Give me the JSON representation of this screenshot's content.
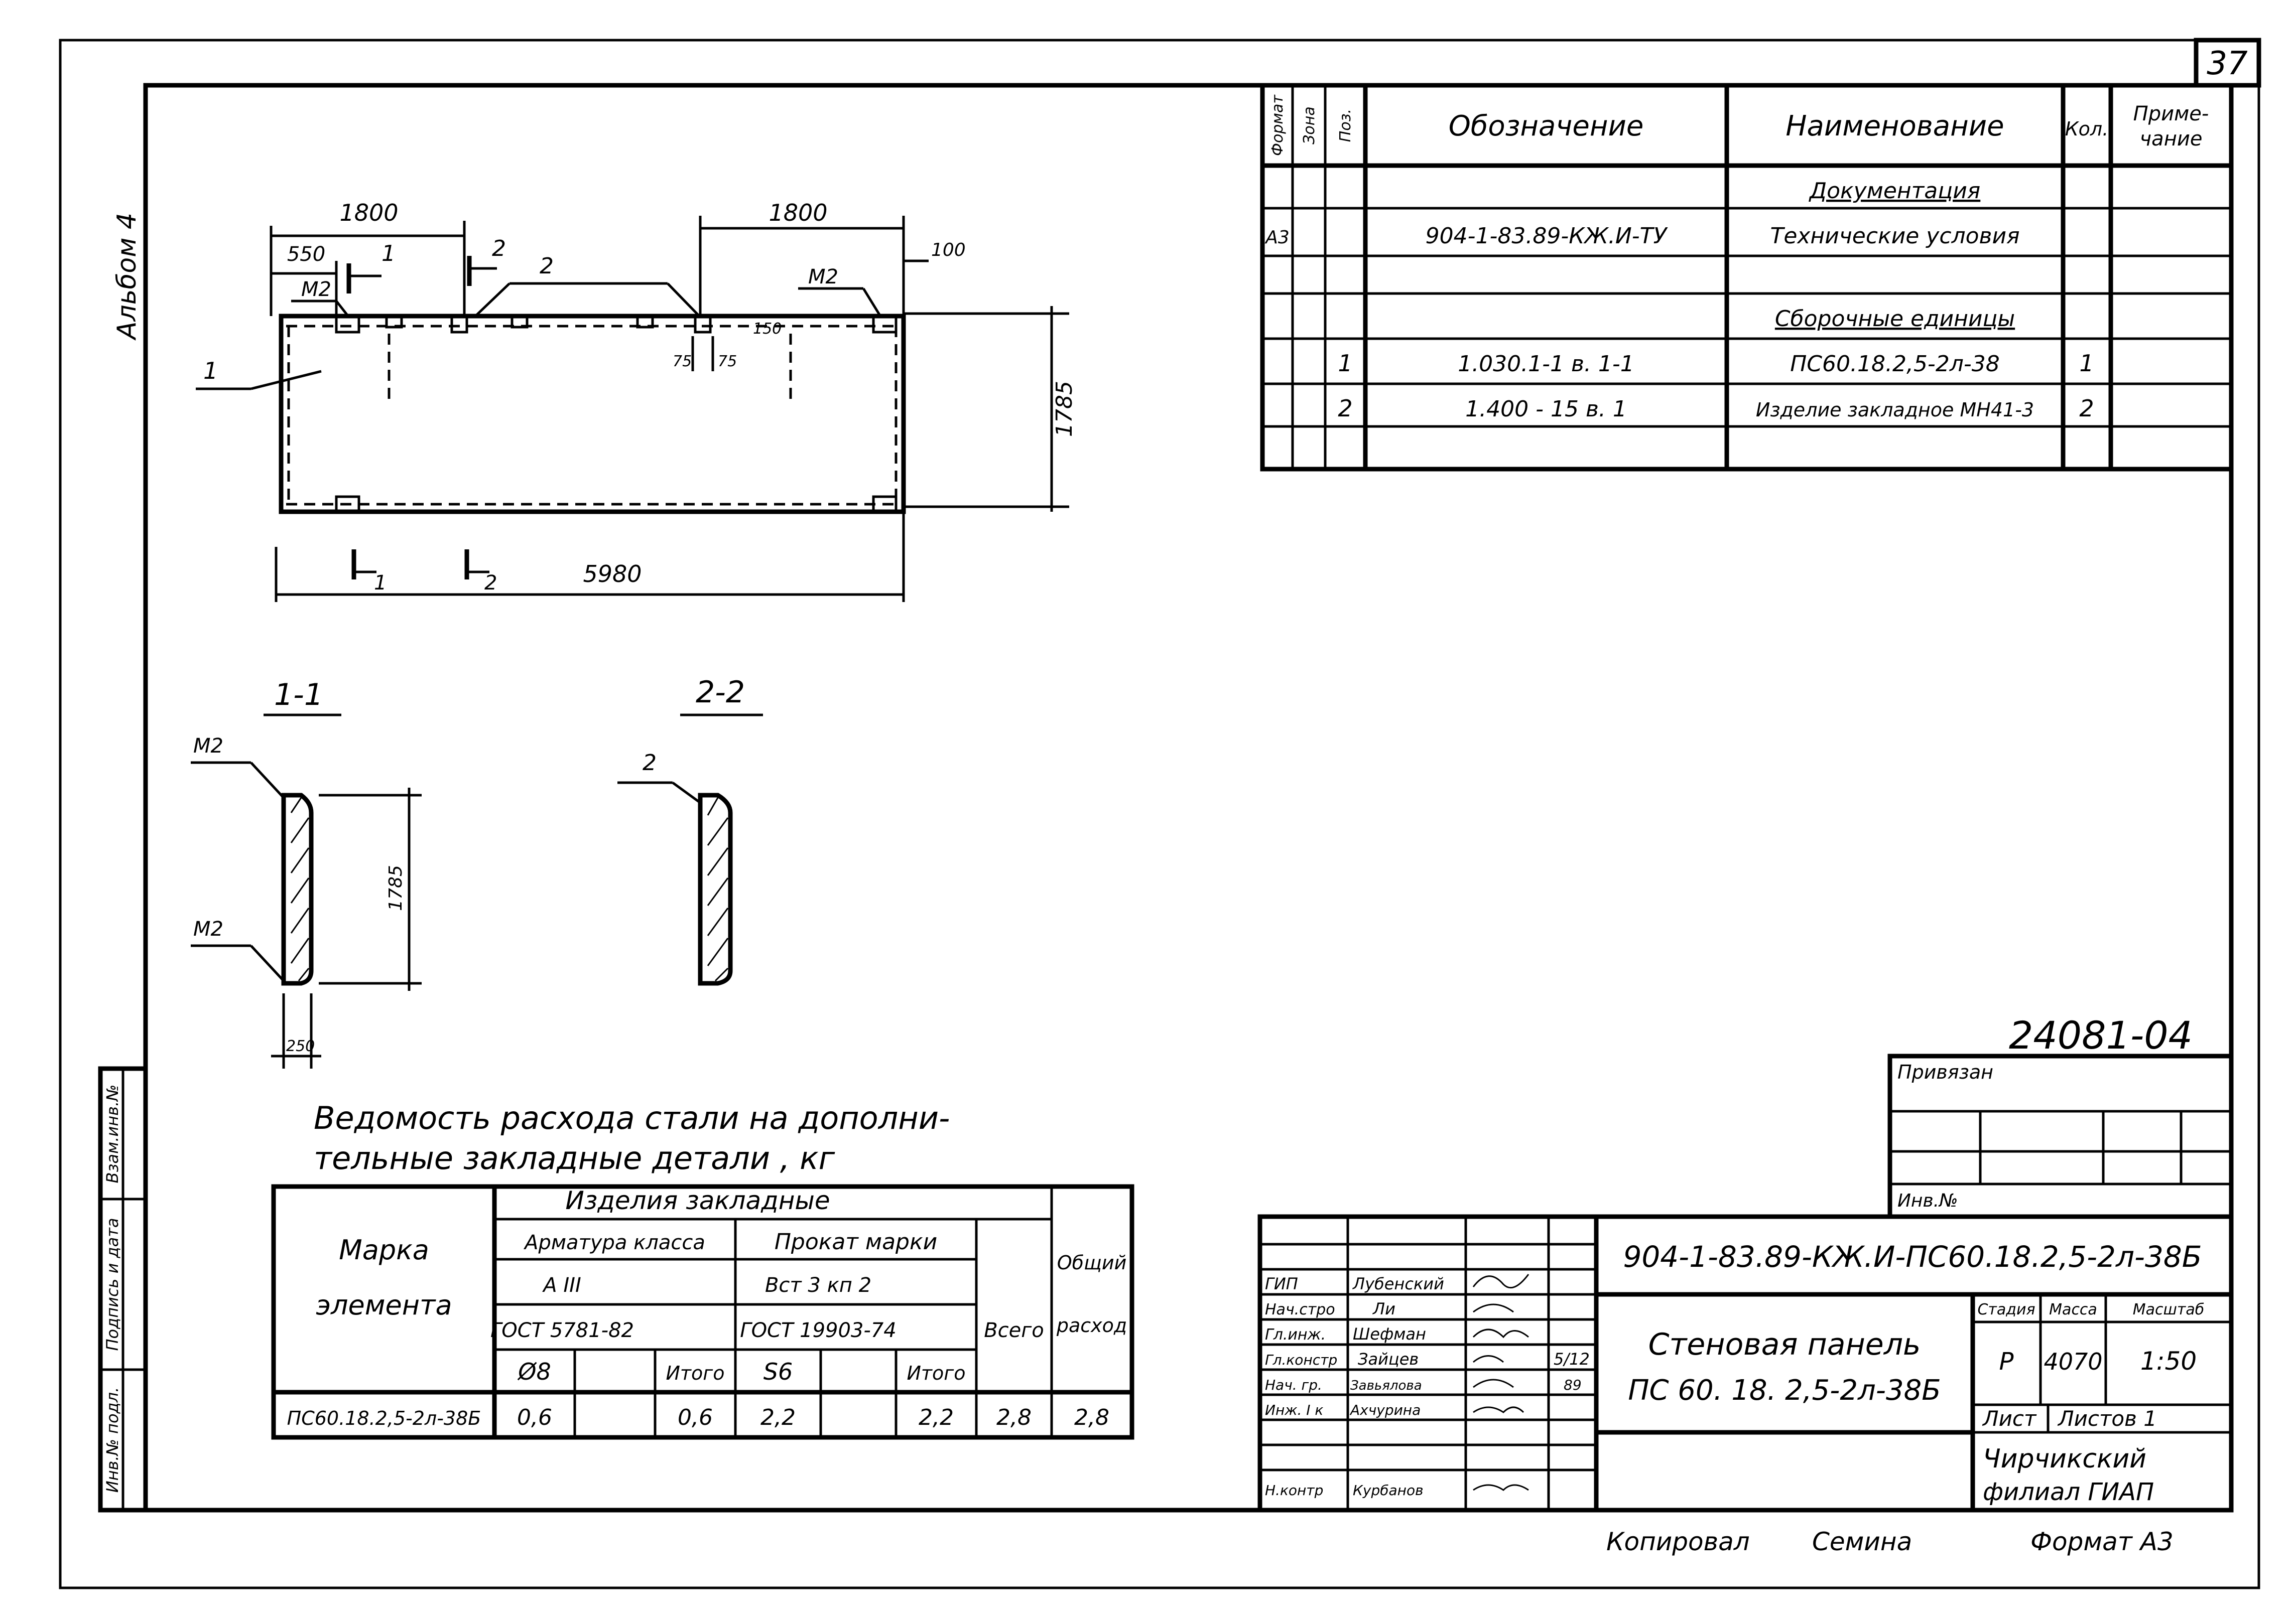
{
  "sheet_number": "37",
  "album": "Альбом 4",
  "plan": {
    "dim_left_1800": "1800",
    "dim_right_1800": "1800",
    "dim_550": "550",
    "dim_100": "100",
    "label_m2_left": "М2",
    "label_m2_right": "М2",
    "cut_1": "1",
    "cut_2": "2",
    "leader_2": "2",
    "dim_150": "150",
    "dim_75a": "75",
    "dim_75b": "75",
    "leader_1": "1",
    "dim_1785": "1785",
    "dim_5980": "5980",
    "cut_1_bottom": "1",
    "cut_2_bottom": "2"
  },
  "sections": {
    "s11_title": "1-1",
    "s22_title": "2-2",
    "s11_m2_top": "М2",
    "s11_m2_bottom": "М2",
    "s11_dim_height": "1785",
    "s11_dim_width": "250",
    "s22_leader": "2"
  },
  "spec_table": {
    "headers": [
      "Формат",
      "Зона",
      "Поз.",
      "Обозначение",
      "Наименование",
      "Кол.",
      "Приме-",
      "чание"
    ],
    "rows": [
      {
        "format": "",
        "zone": "",
        "pos": "",
        "designation": "",
        "name": "Документация",
        "qty": ""
      },
      {
        "format": "А3",
        "zone": "",
        "pos": "",
        "designation": "904-1-83.89-КЖ.И-ТУ",
        "name": "Технические условия",
        "qty": ""
      },
      {
        "format": "",
        "zone": "",
        "pos": "",
        "designation": "",
        "name": "",
        "qty": ""
      },
      {
        "format": "",
        "zone": "",
        "pos": "",
        "designation": "",
        "name": "Сборочные единицы",
        "qty": ""
      },
      {
        "format": "",
        "zone": "",
        "pos": "1",
        "designation": "1.030.1-1   в. 1-1",
        "name": "ПС60.18.2,5-2л-38",
        "qty": "1"
      },
      {
        "format": "",
        "zone": "",
        "pos": "2",
        "designation": "1.400 - 15    в. 1",
        "name": "Изделие закладное МН41-3",
        "qty": "2"
      },
      {
        "format": "",
        "zone": "",
        "pos": "",
        "designation": "",
        "name": "",
        "qty": ""
      }
    ]
  },
  "steel": {
    "title_line1": "Ведомость   расхода   стали  на дополни-",
    "title_line2": "тельные   закладные   детали , кг",
    "col_mark_1": "Марка",
    "col_mark_2": "элемента",
    "col_items": "Изделия     закладные",
    "col_rebar_class": "Арматура класса",
    "col_rolled": "Прокат марки",
    "rebar_class": "А III",
    "steel_grade": "Вст 3 кп 2",
    "gost_rebar": "ГОСТ 5781-82",
    "gost_rolled": "ГОСТ 19903-74",
    "col_dia": "Ø8",
    "col_total_1": "Итого",
    "col_thick": "S6",
    "col_total_2": "Итого",
    "col_all": "Всего",
    "col_general_1": "Общий",
    "col_general_2": "расход",
    "row": {
      "mark": "ПС60.18.2,5-2л-38Б",
      "d8": "0,6",
      "total1": "0,6",
      "s6": "2,2",
      "total2": "2,2",
      "all": "2,8",
      "general": "2,8"
    }
  },
  "side_stamp": [
    "Инв.№ подл.",
    "Подпись и дата",
    "Взам.инв.№"
  ],
  "binding": {
    "code": "24081-04",
    "label": "Привязан",
    "inv": "Инв.№"
  },
  "title_block": {
    "designation": "904-1-83.89-КЖ.И-ПС60.18.2,5-2л-38Б",
    "name_line1": "Стеновая   панель",
    "name_line2": "ПС 60. 18. 2,5-2л-38Б",
    "stage_label": "Стадия",
    "mass_label": "Масса",
    "scale_label": "Масштаб",
    "stage": "Р",
    "mass": "4070",
    "scale": "1:50",
    "sheet_label": "Лист",
    "sheets_label": "Листов 1",
    "org_line1": "Чирчикский",
    "org_line2": "филиал   ГИАП",
    "people": [
      {
        "role": "ГИП",
        "name": "Лубенский"
      },
      {
        "role": "Нач.стро",
        "name": "Ли"
      },
      {
        "role": "Гл.инж.",
        "name": "Шефман"
      },
      {
        "role": "Гл.констр",
        "name": "Зайцев"
      },
      {
        "role": "Нач. гр.",
        "name": "Завьялова"
      },
      {
        "role": "Инж. I к",
        "name": "Ахчурина"
      },
      {
        "role": "Н.контр",
        "name": "Курбанов"
      }
    ],
    "date": "5/12",
    "date2": "89"
  },
  "footer": {
    "copied": "Копировал",
    "copier": "Семина",
    "format": "Формат А3"
  }
}
